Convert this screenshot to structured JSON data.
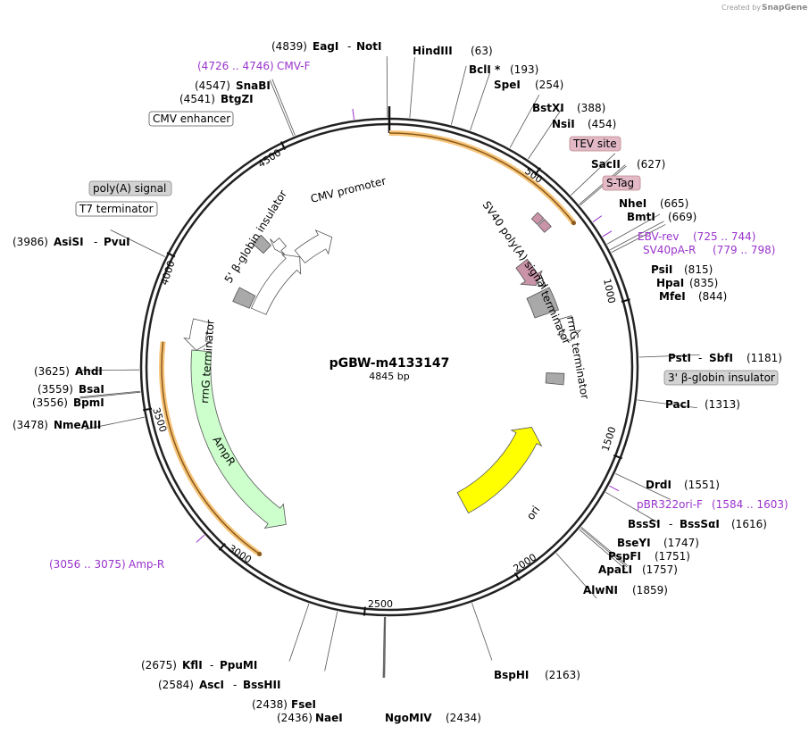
{
  "credit": {
    "prefix": "Created by",
    "brand": "SnapGene"
  },
  "plasmid": {
    "name": "pGBW-m4133147",
    "length_label": "4845 bp",
    "length": 4845
  },
  "ticks": [
    {
      "pos": 500,
      "label": "500"
    },
    {
      "pos": 1000,
      "label": "1000"
    },
    {
      "pos": 1500,
      "label": "1500"
    },
    {
      "pos": 2000,
      "label": "2000"
    },
    {
      "pos": 2500,
      "label": "2500"
    },
    {
      "pos": 3000,
      "label": "3000"
    },
    {
      "pos": 3500,
      "label": "3500"
    },
    {
      "pos": 4000,
      "label": "4000"
    },
    {
      "pos": 4500,
      "label": "4500"
    }
  ],
  "features": [
    {
      "name": "CMV promoter",
      "start": 4320,
      "end": 4524,
      "color": "#ffffff",
      "direction": "cw"
    },
    {
      "name": "CMV enhancer",
      "start": 3944,
      "end": 4318,
      "color": "#ffffff",
      "direction": "cw"
    },
    {
      "name": "SV40 poly(A) signal",
      "start": 700,
      "end": 820,
      "color": "#c993a8",
      "direction": "cw"
    },
    {
      "name": "T7 terminator",
      "start": 855,
      "end": 960,
      "color": "#a9a9a9",
      "direction": "none"
    },
    {
      "name": "rrnG terminator",
      "start": 1000,
      "end": 1100,
      "color": "#ffffff",
      "direction": "cw"
    },
    {
      "name": "3' β-globin insulator",
      "start": 1240,
      "end": 1290,
      "color": "#a9a9a9",
      "direction": "none"
    },
    {
      "name": "ori",
      "start": 1520,
      "end": 2040,
      "color": "#ffff00",
      "direction": "ccw"
    },
    {
      "name": "AmpR",
      "start": 2870,
      "end": 3700,
      "color": "#ccffcc",
      "direction": "ccw"
    },
    {
      "name": "rrnG terminator",
      "start": 3700,
      "end": 3820,
      "color": "#ffffff",
      "direction": "ccw"
    },
    {
      "name": "5' β-globin insulator",
      "start": 3940,
      "end": 4010,
      "color": "#a9a9a9",
      "direction": "none"
    },
    {
      "name": "poly(A) signal",
      "start": 4200,
      "end": 4250,
      "color": "#a9a9a9",
      "direction": "none"
    },
    {
      "name": "T7 terminator",
      "start": 4250,
      "end": 4300,
      "color": "#ffffff",
      "direction": "ccw"
    },
    {
      "name": "TEV site",
      "start": 590,
      "end": 620,
      "color": "#c993a8",
      "direction": "none"
    },
    {
      "name": "S-Tag",
      "start": 625,
      "end": 660,
      "color": "#c993a8",
      "direction": "none"
    }
  ],
  "orf_arcs": [
    {
      "start": 0,
      "end": 700,
      "direction": "cw"
    },
    {
      "start": 2890,
      "end": 3720,
      "direction": "ccw"
    }
  ],
  "boxed_labels": [
    {
      "text": "CMV enhancer",
      "fill": "#ffffff"
    },
    {
      "text": "poly(A) signal",
      "fill": "#d3d3d3"
    },
    {
      "text": "T7 terminator",
      "fill": "#ffffff"
    },
    {
      "text": "TEV site",
      "fill": "#e3b9c7"
    },
    {
      "text": "S-Tag",
      "fill": "#e3b9c7"
    },
    {
      "text": "3' β-globin insulator",
      "fill": "#d3d3d3"
    }
  ],
  "sites": [
    {
      "pos": 4839,
      "name": "EagI",
      "name2": "NotI",
      "coord": "(4839)"
    },
    {
      "pos": 63,
      "name": "HindIII",
      "coord": "(63)"
    },
    {
      "pos": 193,
      "name": "BclI *",
      "coord": "(193)"
    },
    {
      "pos": 254,
      "name": "SpeI",
      "coord": "(254)"
    },
    {
      "pos": 388,
      "name": "BstXI",
      "coord": "(388)"
    },
    {
      "pos": 454,
      "name": "NsiI",
      "coord": "(454)"
    },
    {
      "pos": 627,
      "name": "SacII",
      "coord": "(627)"
    },
    {
      "pos": 665,
      "name": "NheI",
      "coord": "(665)"
    },
    {
      "pos": 669,
      "name": "BmtI",
      "coord": "(669)"
    },
    {
      "pos": 815,
      "name": "PsiI",
      "coord": "(815)"
    },
    {
      "pos": 835,
      "name": "HpaI",
      "coord": "(835)"
    },
    {
      "pos": 844,
      "name": "MfeI",
      "coord": "(844)"
    },
    {
      "pos": 1181,
      "name": "PstI",
      "name2": "SbfI",
      "coord": "(1181)"
    },
    {
      "pos": 1313,
      "name": "PacI",
      "coord": "(1313)"
    },
    {
      "pos": 1551,
      "name": "DrdI",
      "coord": "(1551)"
    },
    {
      "pos": 1616,
      "name": "BssSI",
      "name2": "BssSαI",
      "coord": "(1616)"
    },
    {
      "pos": 1747,
      "name": "BseYI",
      "coord": "(1747)"
    },
    {
      "pos": 1751,
      "name": "PspFI",
      "coord": "(1751)"
    },
    {
      "pos": 1757,
      "name": "ApaLI",
      "coord": "(1757)"
    },
    {
      "pos": 1859,
      "name": "AlwNI",
      "coord": "(1859)"
    },
    {
      "pos": 2163,
      "name": "BspHI",
      "coord": "(2163)"
    },
    {
      "pos": 2434,
      "name": "NgoMIV",
      "coord": "(2434)"
    },
    {
      "pos": 2436,
      "name": "NaeI",
      "coord": "(2436)"
    },
    {
      "pos": 2438,
      "name": "FseI",
      "coord": "(2438)"
    },
    {
      "pos": 2584,
      "name": "AscI",
      "name2": "BssHII",
      "coord": "(2584)"
    },
    {
      "pos": 2675,
      "name": "KflI",
      "name2": "PpuMI",
      "coord": "(2675)"
    },
    {
      "pos": 3478,
      "name": "NmeAIII",
      "coord": "(3478)"
    },
    {
      "pos": 3556,
      "name": "BpmI",
      "coord": "(3556)"
    },
    {
      "pos": 3559,
      "name": "BsaI",
      "coord": "(3559)"
    },
    {
      "pos": 3625,
      "name": "AhdI",
      "coord": "(3625)"
    },
    {
      "pos": 3986,
      "name": "AsiSI",
      "name2": "PvuI",
      "coord": "(3986)"
    },
    {
      "pos": 4541,
      "name": "BtgZI",
      "coord": "(4541)"
    },
    {
      "pos": 4547,
      "name": "SnaBI",
      "coord": "(4547)"
    }
  ],
  "primers": [
    {
      "name": "CMV-F",
      "range": "(4726 .. 4746)",
      "pos": 4736
    },
    {
      "name": "EBV-rev",
      "range": "(725 .. 744)",
      "pos": 734
    },
    {
      "name": "SV40pA-R",
      "range": "(779 .. 798)",
      "pos": 788
    },
    {
      "name": "pBR322ori-F",
      "range": "(1584 .. 1603)",
      "pos": 1593
    },
    {
      "name": "Amp-R",
      "range": "(3056 .. 3075)",
      "pos": 3065
    }
  ]
}
